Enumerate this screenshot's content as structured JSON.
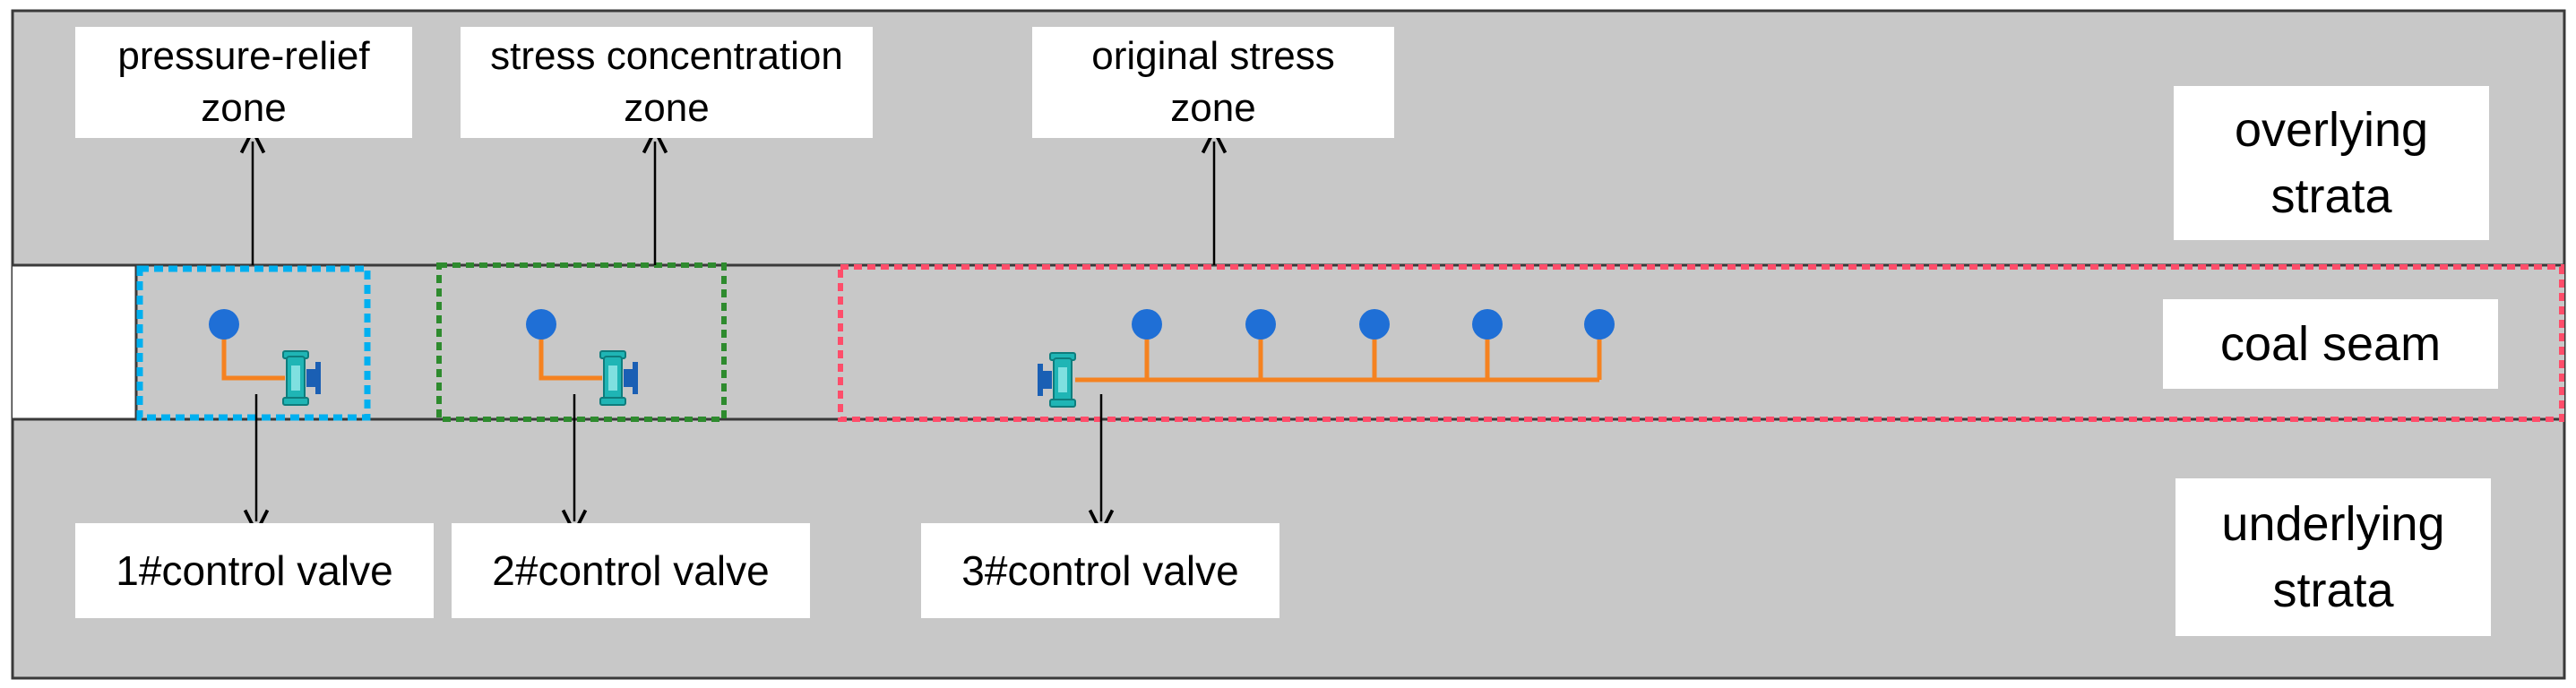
{
  "zone_labels": {
    "pressure_relief": [
      "pressure-relief",
      "zone"
    ],
    "stress_concentration": [
      "stress concentration",
      "zone"
    ],
    "original_stress": [
      "original stress",
      "zone"
    ]
  },
  "strata_labels": {
    "overlying": [
      "overlying",
      "strata"
    ],
    "coal_seam": "coal seam",
    "underlying": [
      "underlying",
      "strata"
    ]
  },
  "valve_labels": {
    "valve_1": "1#control valve",
    "valve_2": "2#control valve",
    "valve_3": "3#control valve"
  },
  "colors": {
    "strata_fill": "#c8c8c8",
    "seam_fill": "#c8c8c8",
    "outline": "#3a3a3a",
    "pressure_relief_border": "#00b0f0",
    "stress_concentration_border": "#2e8b2e",
    "original_stress_border": "#ff4d6a",
    "pipe": "#f58220",
    "monitor_point": "#1f6fd6",
    "valve_body": "#1fb5b5",
    "valve_handle": "#1a5fb4"
  },
  "icons": {
    "monitor_point": "circle",
    "valve": "pipe-valve-icon"
  }
}
